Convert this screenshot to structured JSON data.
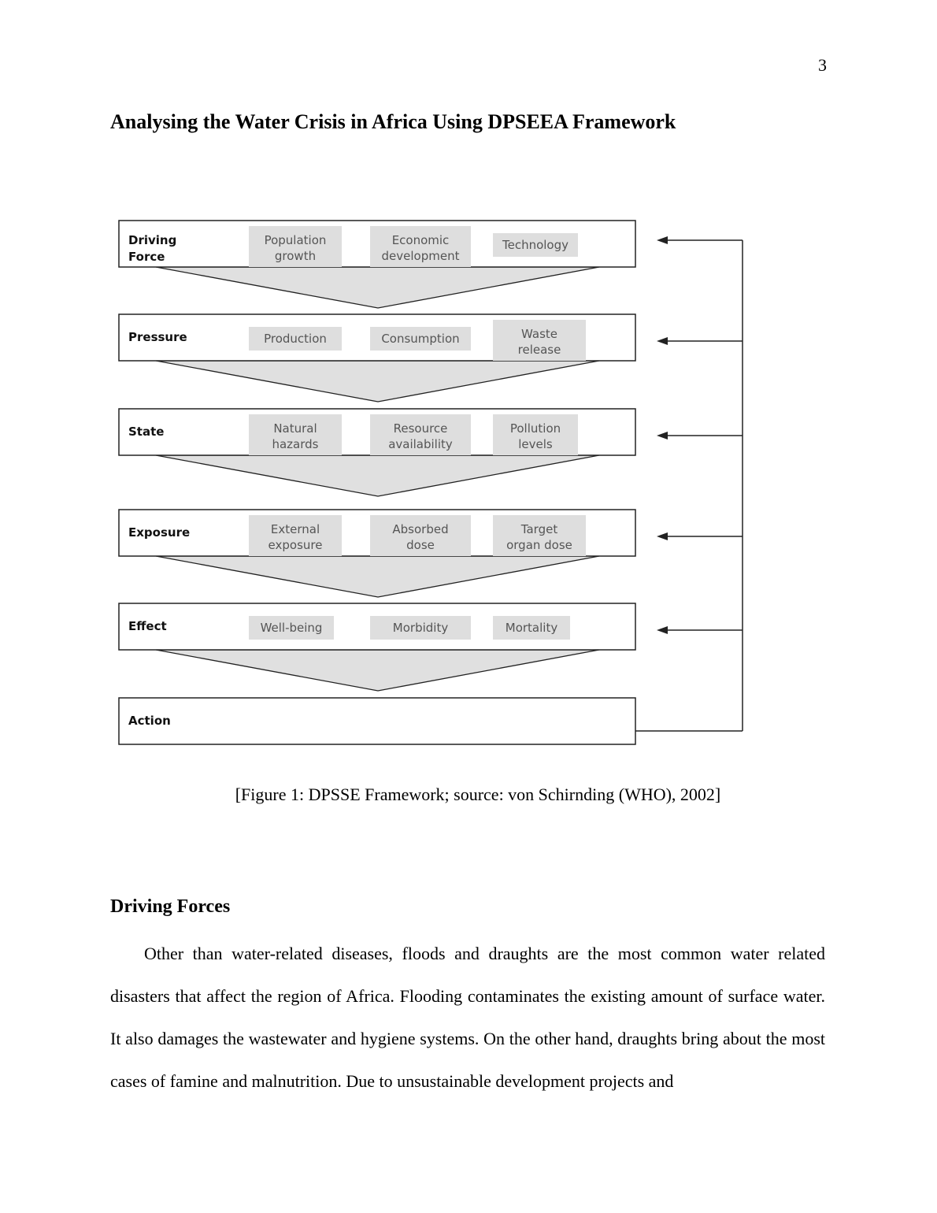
{
  "page": {
    "number": "3"
  },
  "title": "Analysing the Water Crisis in Africa Using DPSEEA Framework",
  "figure": {
    "levels": [
      {
        "label": [
          "Driving",
          "Force"
        ],
        "items": [
          [
            "Population",
            "growth"
          ],
          [
            "Economic",
            "development"
          ],
          [
            "Technology"
          ]
        ]
      },
      {
        "label": [
          "Pressure"
        ],
        "items": [
          [
            "Production"
          ],
          [
            "Consumption"
          ],
          [
            "Waste",
            "release"
          ]
        ]
      },
      {
        "label": [
          "State"
        ],
        "items": [
          [
            "Natural",
            "hazards"
          ],
          [
            "Resource",
            "availability"
          ],
          [
            "Pollution",
            "levels"
          ]
        ]
      },
      {
        "label": [
          "Exposure"
        ],
        "items": [
          [
            "External",
            "exposure"
          ],
          [
            "Absorbed",
            "dose"
          ],
          [
            "Target",
            "organ dose"
          ]
        ]
      },
      {
        "label": [
          "Effect"
        ],
        "items": [
          [
            "Well-being"
          ],
          [
            "Morbidity"
          ],
          [
            "Mortality"
          ]
        ]
      },
      {
        "label": [
          "Action"
        ],
        "items": []
      }
    ],
    "colors": {
      "box_fill": "#dedede",
      "funnel_fill": "#e0e0e0",
      "stroke": "#222222",
      "item_text": "#555555"
    },
    "caption": "[Figure 1: DPSSE Framework; source: von Schirnding (WHO), 2002]"
  },
  "section": {
    "heading": "Driving Forces",
    "paragraph": "Other than water-related diseases, floods and draughts are the most common water related disasters that affect the region of Africa. Flooding contaminates the existing amount of surface water. It also damages the wastewater and hygiene systems. On the other hand, draughts bring about the most cases of famine and malnutrition. Due to unsustainable development projects and"
  }
}
